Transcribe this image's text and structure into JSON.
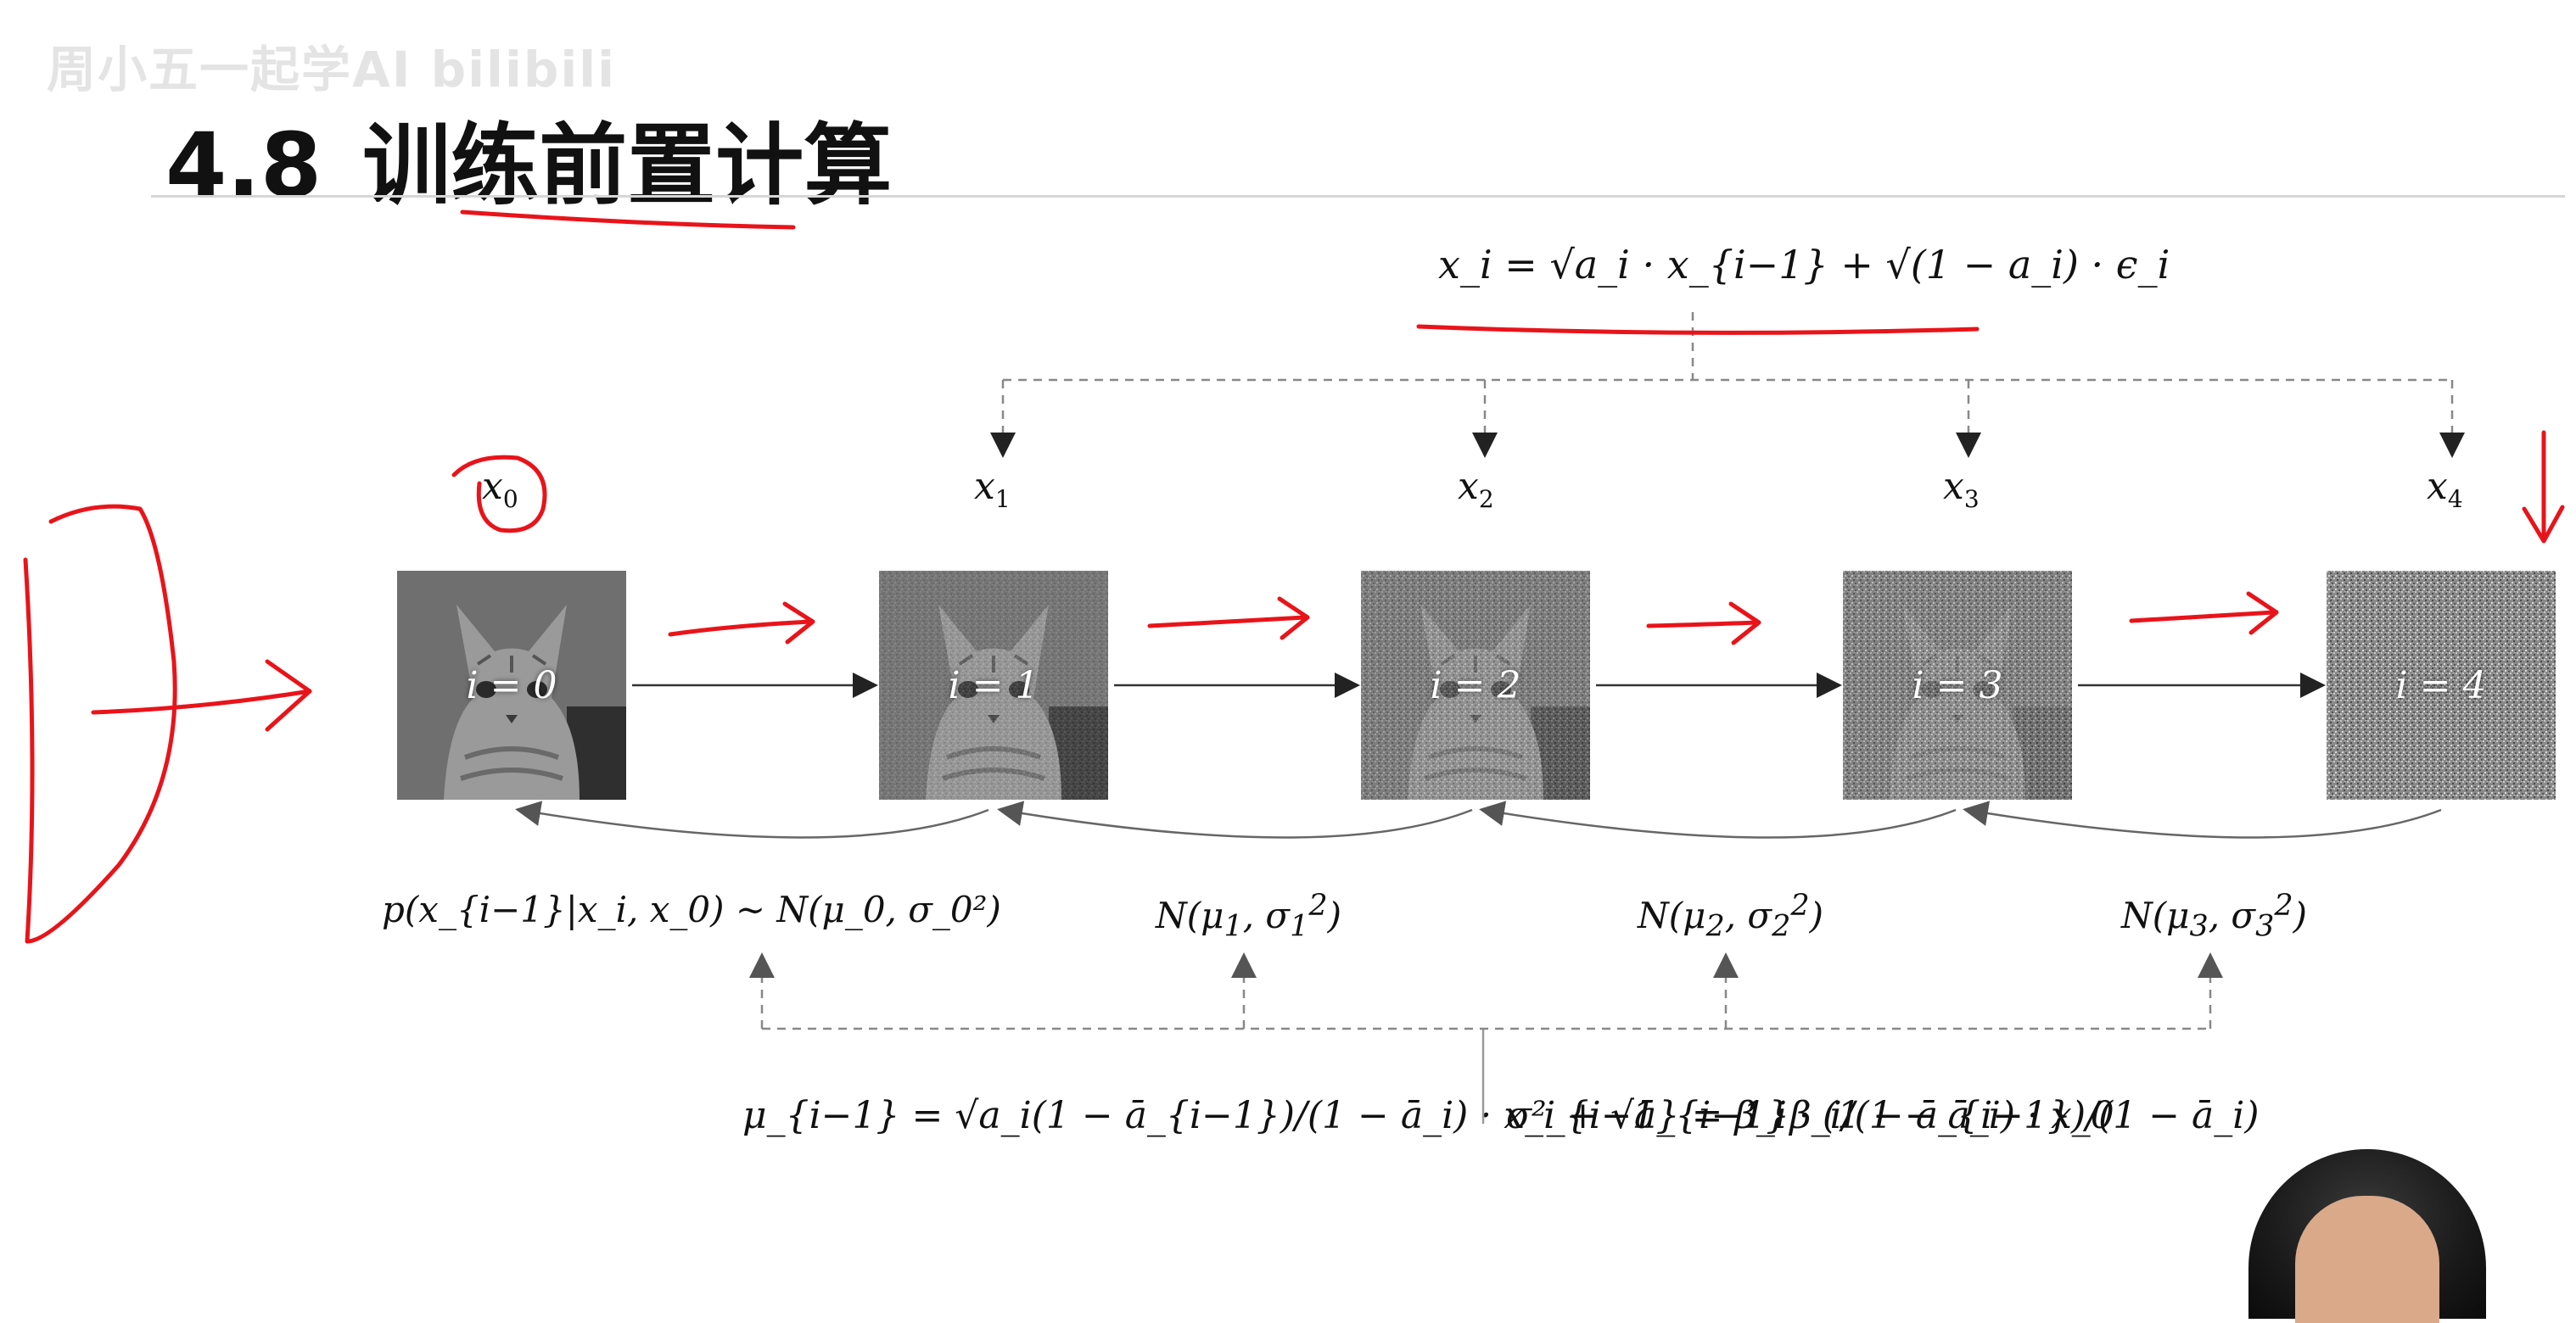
{
  "watermark": {
    "text": "周小五一起学AI bilibili"
  },
  "title": {
    "number": "4.8",
    "text": "训练前置计算"
  },
  "formulas": {
    "forward": "x_i = √a_i · x_{i−1} + √(1 − a_i) · ϵ_i",
    "posterior": "p(x_{i−1}|x_i, x_0) ~ N(μ_0, σ_0²)",
    "mu": "μ_{i−1} = √a_i(1 − ā_{i−1})/(1 − ā_i) · x_i + √ā_{i−1}β_i/(1 − ā_i) · x_0",
    "sigma": "σ²_{i−1} = β_i · (1 − ā_{i−1})/(1 − ā_i)"
  },
  "stages": [
    {
      "var": "x",
      "sub": "0",
      "label": "i = 0",
      "noise": 0.0
    },
    {
      "var": "x",
      "sub": "1",
      "label": "i = 1",
      "noise": 0.25
    },
    {
      "var": "x",
      "sub": "2",
      "label": "i = 2",
      "noise": 0.5
    },
    {
      "var": "x",
      "sub": "3",
      "label": "i = 3",
      "noise": 0.72
    },
    {
      "var": "x",
      "sub": "4",
      "label": "i = 4",
      "noise": 1.0
    }
  ],
  "distributions": [
    {
      "mu": "μ",
      "mu_sub": "0",
      "sigma_sub": "0"
    },
    {
      "mu": "μ",
      "mu_sub": "1",
      "sigma_sub": "1"
    },
    {
      "mu": "μ",
      "mu_sub": "2",
      "sigma_sub": "2"
    },
    {
      "mu": "μ",
      "mu_sub": "3",
      "sigma_sub": "3"
    }
  ],
  "colors": {
    "annotation_red": "#e8141a",
    "line": "#444444",
    "dashed": "#888888"
  },
  "icons": {
    "presenter": "presenter-avatar"
  }
}
